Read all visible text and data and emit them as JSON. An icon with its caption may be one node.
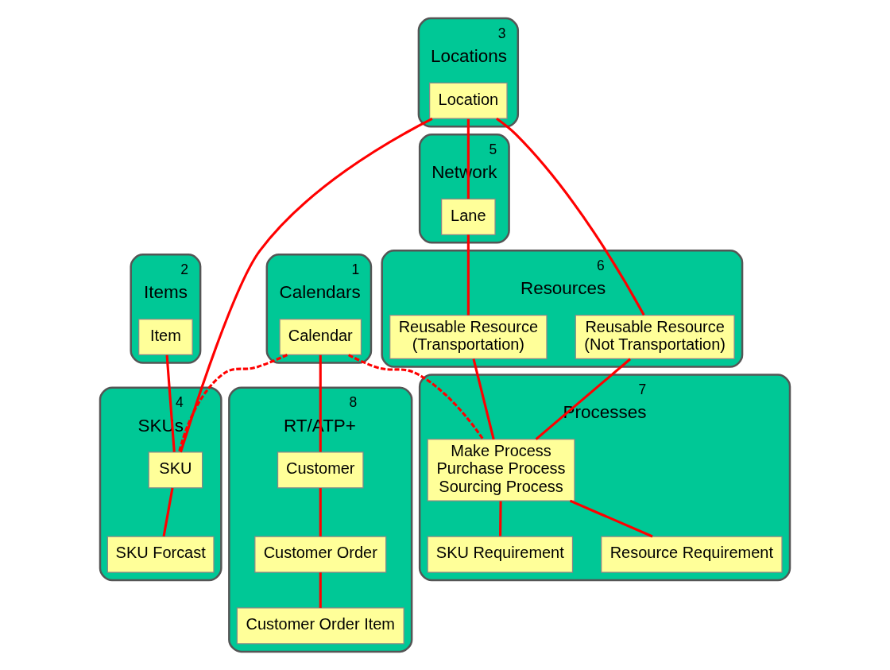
{
  "diagram": {
    "nodes": [
      {
        "text": [
          "Calendars"
        ],
        "beside": [
          "1"
        ]
      },
      {
        "text": [
          "Calendar"
        ],
        "in": 0
      },
      {
        "text": [
          "Items"
        ],
        "beside": [
          "2"
        ]
      },
      {
        "text": [
          "Item"
        ],
        "in": 2
      },
      {
        "text": [
          "Locations"
        ],
        "beside": [
          "3"
        ]
      },
      {
        "text": [
          "Location"
        ],
        "in": 4
      },
      {
        "text": [
          "SKUs"
        ],
        "beside": [
          "4"
        ]
      },
      {
        "text": [
          "SKU"
        ],
        "in": 6
      },
      {
        "text": [
          "SKU Forcast"
        ],
        "in": 6
      },
      {
        "text": [
          "Network"
        ],
        "beside": [
          "5"
        ]
      },
      {
        "text": [
          "Lane"
        ],
        "in": 9
      },
      {
        "text": [
          "Resources"
        ],
        "beside": [
          "6"
        ]
      },
      {
        "text": [
          "Reusable Resource (Not Transportation)"
        ],
        "in": 11
      },
      {
        "text": [
          "Reusable Resource (Transportation)"
        ],
        "in": 11
      },
      {
        "text": [
          "Processes"
        ],
        "beside": [
          "7"
        ]
      },
      {
        "text": [
          "Make Process Purchase Process Sourcing Process"
        ],
        "in": 14
      },
      {
        "text": [
          "SKU Requirement"
        ],
        "in": 14
      },
      {
        "text": [
          "Resource Requirement"
        ],
        "in": 14
      },
      {
        "text": [
          "RT/ATP+"
        ],
        "beside": [
          "8"
        ]
      },
      {
        "text": [
          "Customer"
        ],
        "in": 18
      },
      {
        "text": [
          "Customer Order"
        ],
        "in": 18
      },
      {
        "text": [
          "Customer Order Item"
        ],
        "in": 18
      }
    ],
    "edges": [
      {
        "from": 1,
        "to": 7,
        "arrow": "none",
        "style": "dashed"
      },
      {
        "from": 1,
        "to": 15,
        "arrow": "none",
        "style": "dashed"
      },
      {
        "from": 1,
        "to": 19,
        "arrow": "none"
      },
      {
        "from": 3,
        "to": 7,
        "arrow": "none"
      },
      {
        "from": 5,
        "to": 7,
        "arrow": "none"
      },
      {
        "from": 5,
        "to": 10,
        "arrow": "none"
      },
      {
        "from": 5,
        "to": 12,
        "arrow": "none"
      },
      {
        "from": 10,
        "to": 13,
        "arrow": "none"
      },
      {
        "from": 7,
        "to": 8,
        "arrow": "none"
      },
      {
        "from": 19,
        "to": 20,
        "arrow": "none"
      },
      {
        "from": 20,
        "to": 21,
        "arrow": "none"
      },
      {
        "from": 12,
        "to": 15,
        "arrow": "none"
      },
      {
        "from": 13,
        "to": 15,
        "arrow": "none"
      },
      {
        "from": 15,
        "to": 16,
        "arrow": "none"
      },
      {
        "from": 15,
        "to": 17,
        "arrow": "none"
      }
    ]
  }
}
